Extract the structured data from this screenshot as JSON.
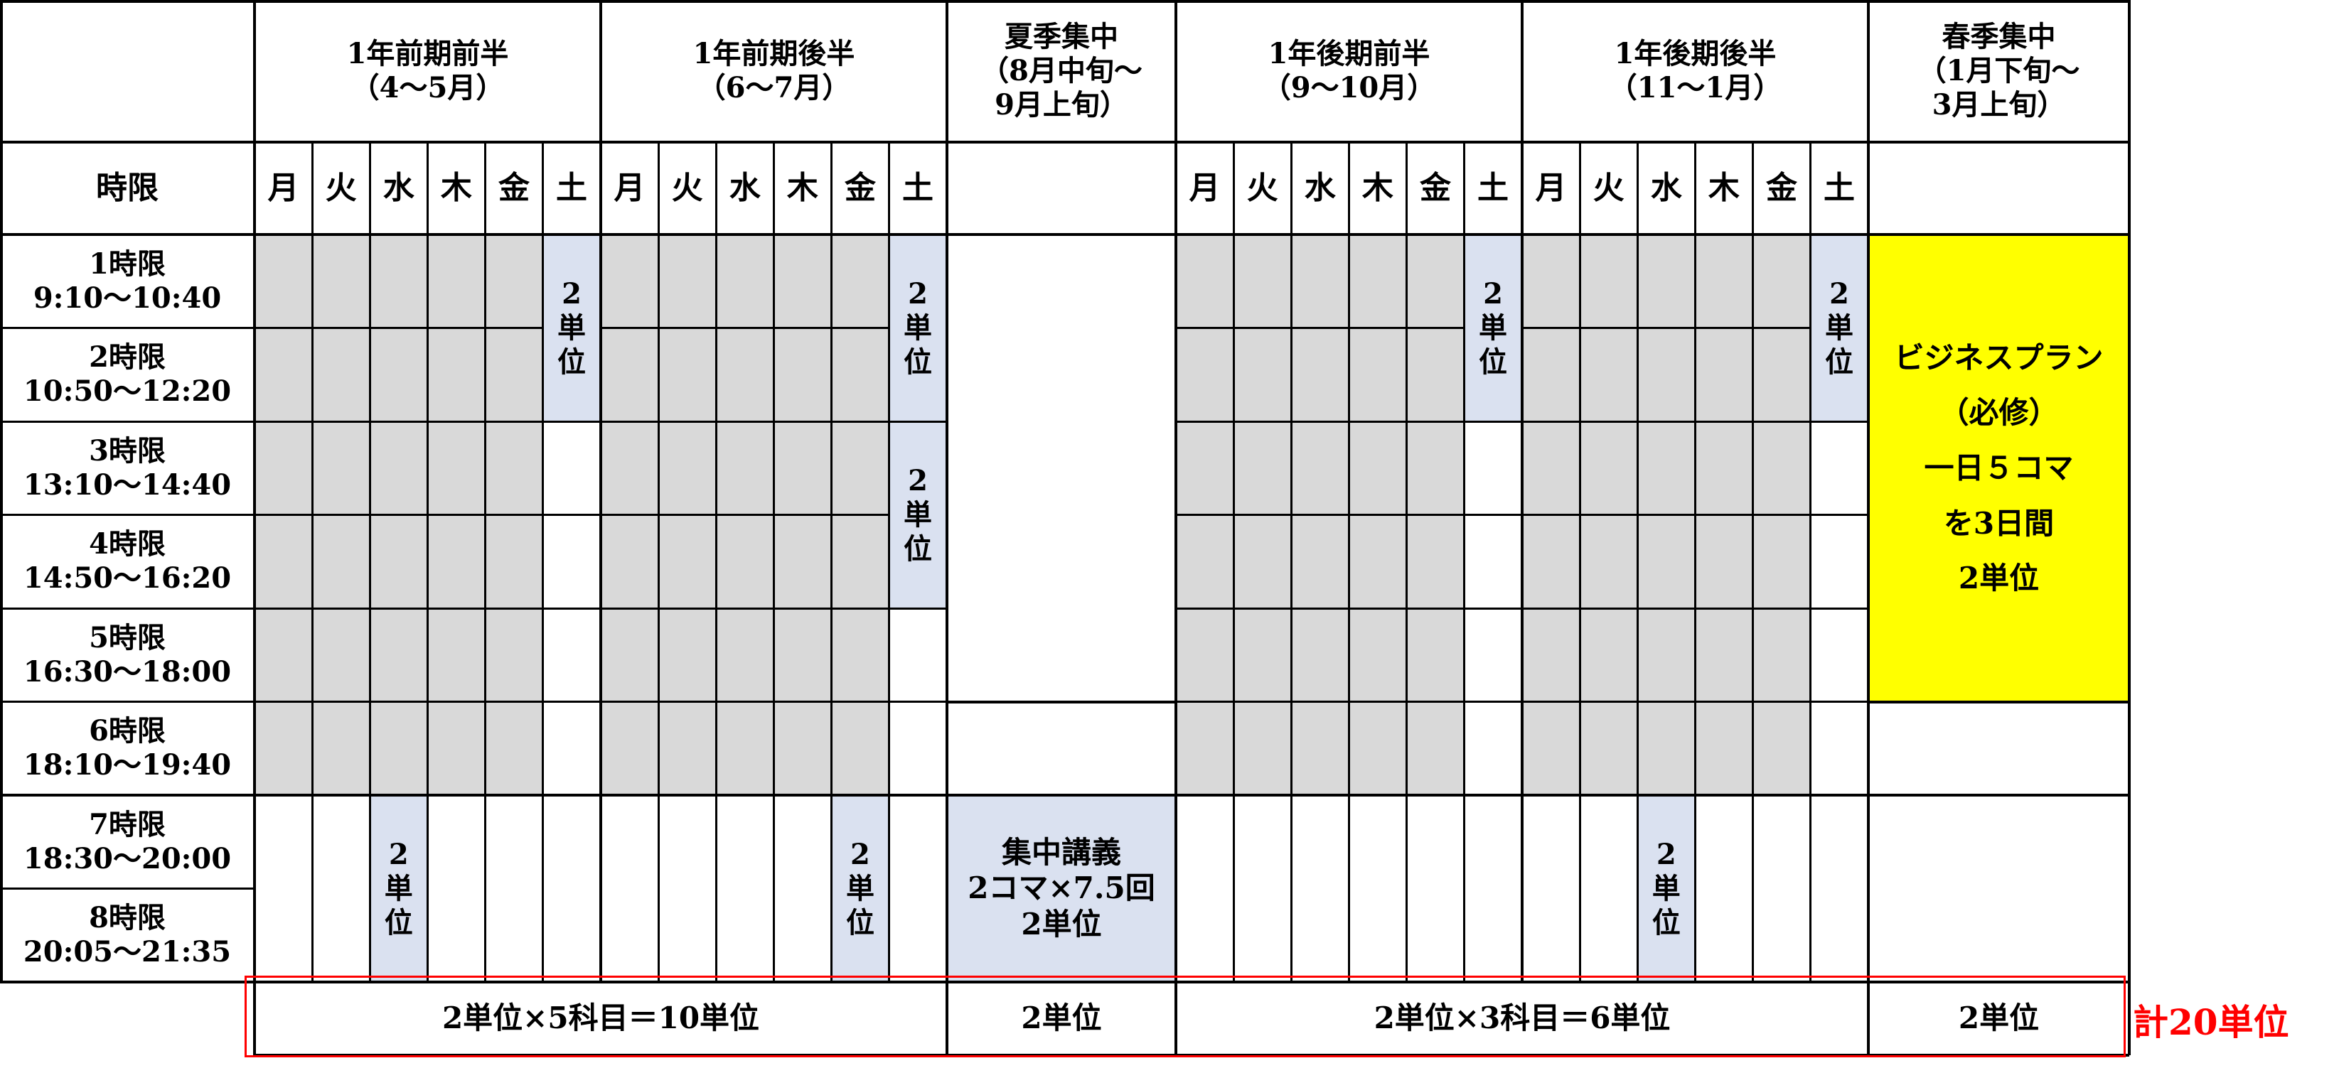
{
  "colors": {
    "gray": "#d9d9d9",
    "blue": "#dae1f0",
    "yellow": "#ffff00",
    "red": "#ff0000",
    "line": "#000000"
  },
  "header": {
    "periods": [
      "1年前期前半\n（4〜5月）",
      "1年前期後半\n（6〜7月）",
      "夏季集中\n（8月中旬〜\n9月上旬）",
      "1年後期前半\n（9〜10月）",
      "1年後期後半\n（11〜1月）",
      "春季集中\n（1月下旬〜\n3月上旬）"
    ],
    "jigen_label": "時限",
    "days": [
      "月",
      "火",
      "水",
      "木",
      "金",
      "土"
    ]
  },
  "rows": [
    "1時限\n9:10〜10:40",
    "2時限\n10:50〜12:20",
    "3時限\n13:10〜14:40",
    "4時限\n14:50〜16:20",
    "5時限\n16:30〜18:00",
    "6時限\n18:10〜19:40",
    "7時限\n18:30〜20:00",
    "8時限\n20:05〜21:35"
  ],
  "unit_cell": "2\n単\n位",
  "intensive": "集中講義\n2コマ×7.5回\n2単位",
  "business": "ビジネスプラン\n（必修）\n一日５コマ\nを3日間\n2単位",
  "totals": [
    "2単位×5科目＝10単位",
    "2単位",
    "2単位×3科目＝6単位",
    "2単位"
  ],
  "grand_total": "計20単位"
}
